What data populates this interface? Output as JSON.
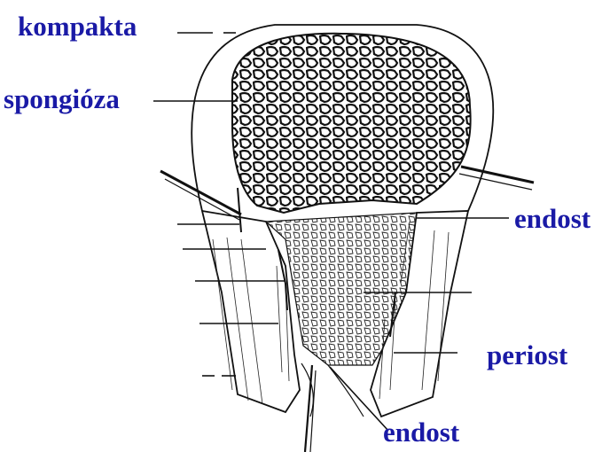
{
  "labels": {
    "kompakta": "kompakta",
    "spongioza": "spongióza",
    "endost_right": "endost",
    "periost": "periost",
    "endost_bottom": "endost"
  },
  "colors": {
    "label_text": "#1a1aa6",
    "line_art": "#111111",
    "background": "#ffffff"
  }
}
